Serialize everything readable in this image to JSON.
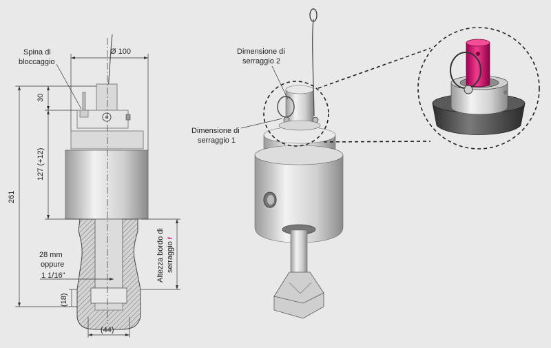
{
  "labels": {
    "diameter": "Ø 100",
    "pin_line1": "Spina di",
    "pin_line2": "bloccaggio",
    "dim_30": "30",
    "dim_127": "127 (+12)",
    "dim_261": "261",
    "size_line1": "28 mm",
    "size_line2": "oppure",
    "size_line3": "1 1/16\"",
    "dim_18": "(18)",
    "dim_44": "(44)",
    "edge_height_line1": "Altezza bordo di",
    "edge_height_line2": "serraggio",
    "edge_height_mark": "f",
    "clamp_dim2_line1": "Dimensione di",
    "clamp_dim2_line2": "serraggio 2",
    "clamp_dim1_line1": "Dimensione di",
    "clamp_dim1_line2": "serraggio 1"
  },
  "colors": {
    "background": "#e9e9e9",
    "metal_light": "#d9d9d9",
    "metal_mid": "#b5b5b5",
    "metal_dark": "#555555",
    "accent_pin": "#d8006a"
  }
}
